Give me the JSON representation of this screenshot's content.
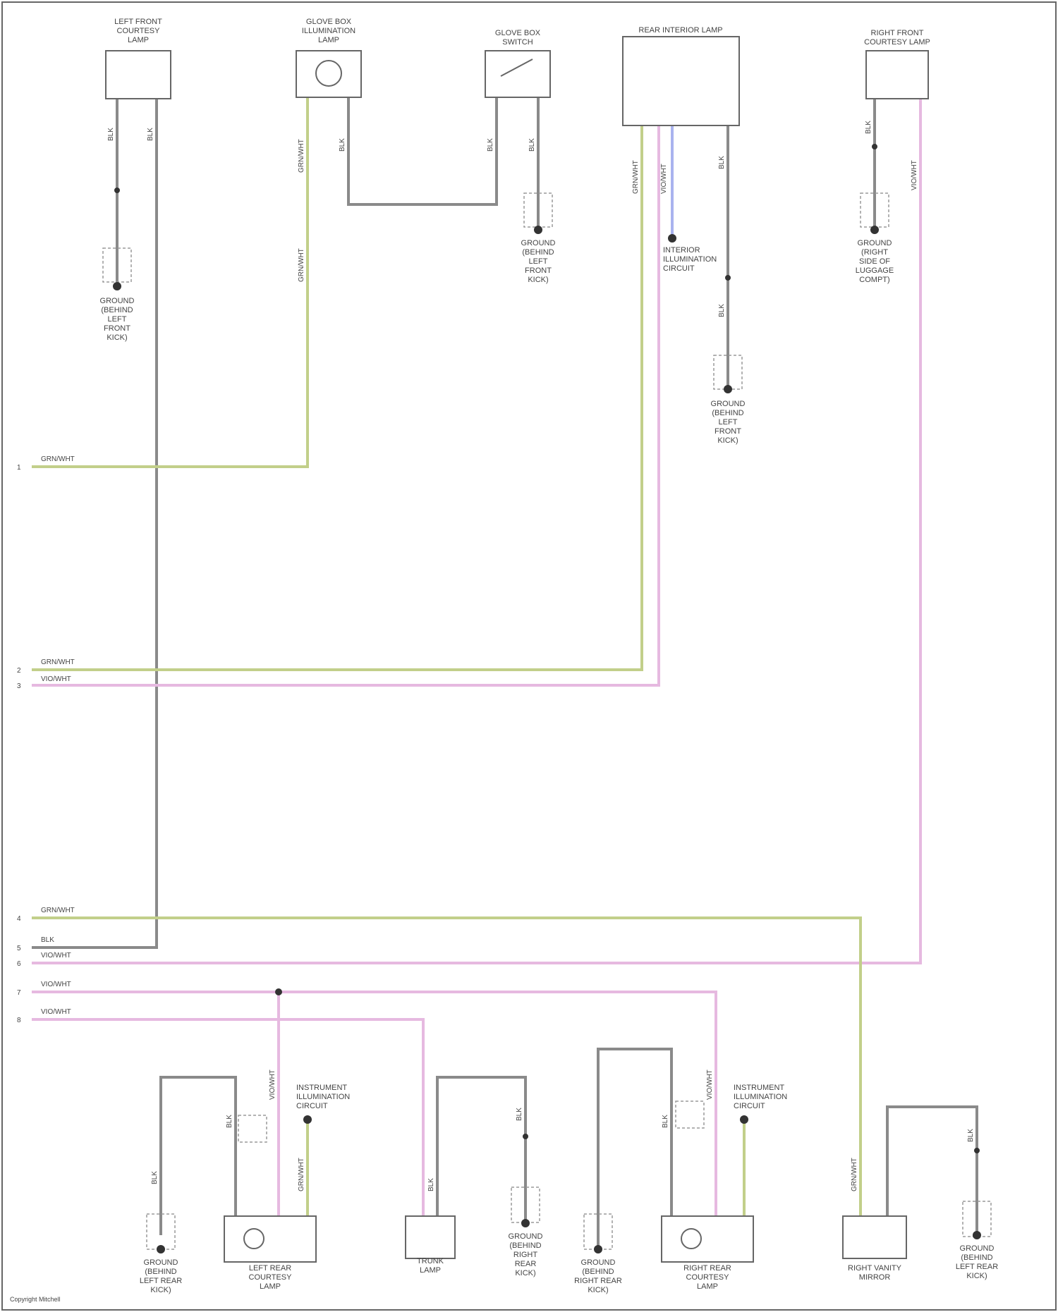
{
  "diagram": {
    "components": [
      {
        "id": "left-front-door-lamp",
        "label": "LEFT FRONT\nCOURTESY\nLAMP"
      },
      {
        "id": "glove-box-lamp",
        "label": "GLOVE BOX\nILLUMINATION\nLAMP"
      },
      {
        "id": "glove-box-switch",
        "label": "GLOVE BOX\nSWITCH"
      },
      {
        "id": "rear-interior-lamp",
        "label": "REAR INTERIOR LAMP"
      },
      {
        "id": "right-front-door-lamp",
        "label": "RIGHT FRONT\nCOURTESY LAMP"
      },
      {
        "id": "left-rear-courtesy-lamp",
        "label": "LEFT REAR\nCOURTESY\nLAMP"
      },
      {
        "id": "trunk-lamp",
        "label": "TRUNK\nLAMP"
      },
      {
        "id": "right-rear-courtesy-lamp",
        "label": "RIGHT REAR\nCOURTESY\nLAMP"
      },
      {
        "id": "right-vanity-mirror",
        "label": "RIGHT VANITY\nMIRROR"
      }
    ],
    "grounds": [
      {
        "id": "ground-left-front-kick",
        "label": "GROUND\n(BEHIND\nLEFT\nFRONT\nKICK)"
      },
      {
        "id": "ground-glove-box",
        "label": "GROUND\n(BEHIND\nLEFT\nFRONT\nKICK)"
      },
      {
        "id": "ground-rear-lamp",
        "label": "GROUND\n(BEHIND\nLEFT\nFRONT\nKICK)"
      },
      {
        "id": "ground-right-front",
        "label": "GROUND\n(RIGHT\nSIDE OF\nLUGGAGE\nCOMPT)"
      },
      {
        "id": "ground-left-rear",
        "label": "GROUND\n(BEHIND\nLEFT REAR\nKICK)"
      },
      {
        "id": "ground-trunk",
        "label": "GROUND\n(BEHIND\nRIGHT\nREAR\nKICK)"
      },
      {
        "id": "ground-right-rear",
        "label": "GROUND\n(BEHIND\nRIGHT REAR\nKICK)"
      },
      {
        "id": "ground-mirror",
        "label": "GROUND\n(BEHIND\nLEFT REAR\nKICK)"
      }
    ],
    "notes": [
      {
        "id": "note-interior-illum-top",
        "label": "INTERIOR\nILLUMINATION\nCIRCUIT"
      },
      {
        "id": "note-illum-left-rear",
        "label": "INSTRUMENT\nILLUMINATION\nCIRCUIT"
      },
      {
        "id": "note-illum-right-rear",
        "label": "INSTRUMENT\nILLUMINATION\nCIRCUIT"
      }
    ],
    "bus_labels": [
      "GRN/WHT",
      "GRN/WHT",
      "VIO/WHT",
      "GRN/WHT",
      "BLK",
      "VIO/WHT",
      "VIO/WHT",
      "VIO/WHT"
    ],
    "bus_pins": [
      "1",
      "2",
      "3",
      "4",
      "5",
      "6",
      "7",
      "8"
    ],
    "wire_labels": [
      "BLK",
      "BLK",
      "GRN/WHT",
      "GRN/WHT",
      "BLK",
      "BLK",
      "BLK",
      "GRN/WHT",
      "VIO/WHT",
      "BLK",
      "BLK",
      "BLK",
      "VIO/WHT",
      "BLK",
      "BLK",
      "VIO/WHT",
      "GRN/WHT",
      "BLK",
      "BLK",
      "VIO/WHT",
      "BLK",
      "GRN/WHT",
      "BLK"
    ],
    "footer": "Copyright Mitchell",
    "colors": {
      "black": "#8a8a8a",
      "green": "#c2cf8a",
      "violet": "#e6b9e0",
      "blue": "#a9b3ef",
      "frame": "#666666"
    }
  }
}
